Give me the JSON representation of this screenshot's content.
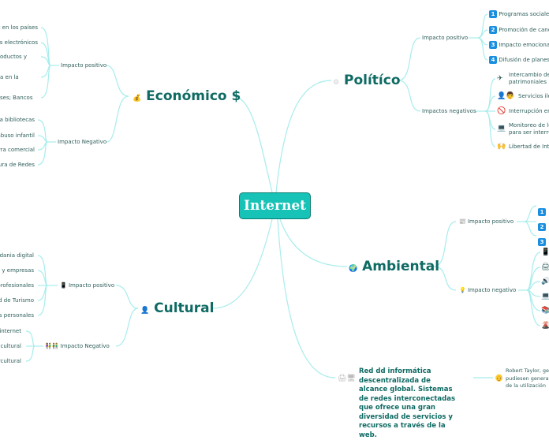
{
  "central": "Internet",
  "economico": {
    "title": "Económico $",
    "icon": "money-bag-icon",
    "positivo": {
      "label": "Impacto positivo",
      "items": [
        "et en los países",
        "os electrónicos",
        "oductos y",
        "a en la",
        "ses; Bancos"
      ]
    },
    "negativo": {
      "label": "Impacto Negativo",
      "items": [
        "a bibliotecas",
        "abuso infantil",
        "rra comercial",
        "ura de Redes"
      ]
    }
  },
  "politico": {
    "title": "Polítíco",
    "icon": "gear-icon",
    "positivo": {
      "label": "Impacto positivo",
      "items": [
        {
          "n": "1",
          "text": "Programas sociales"
        },
        {
          "n": "2",
          "text": "Promoción de canc"
        },
        {
          "n": "3",
          "text": "Impacto emociona"
        },
        {
          "n": "4",
          "text": "Difusión de planes"
        }
      ]
    },
    "negativo": {
      "label": "Impactos negativos",
      "items": [
        {
          "icon": "airplane-icon",
          "text": "Intercambio de",
          "text2": "patrimoniales"
        },
        {
          "icon": "people-icon",
          "text": "Servicios ile"
        },
        {
          "icon": "prohibited-icon",
          "text": "Interrupción en"
        },
        {
          "icon": "monitor-icon",
          "text": "Monitoreo de lo",
          "text2": "para ser interru"
        },
        {
          "icon": "raised-hands-icon",
          "text": "Libertad de Inte"
        }
      ]
    }
  },
  "ambiental": {
    "title": "Ambiental",
    "icon": "globe-icon",
    "positivo": {
      "label": "Impacto positivo",
      "icon": "newspaper-icon",
      "items": [
        "1",
        "2",
        "3"
      ]
    },
    "negativo": {
      "label": "Impacto negativo",
      "icon": "lightbulb-icon",
      "icons": [
        "phone-icon",
        "printer-icon",
        "speaker-icon",
        "monitor-icon",
        "books-icon",
        "fire-icon"
      ]
    }
  },
  "cultural": {
    "title": "Cultural",
    "icon": "person-icon",
    "positivo": {
      "label": "Impacto positivo",
      "icon": "phone-icon",
      "items": [
        "adania digital",
        "s y empresas",
        "profesionales",
        "d de Turismo",
        "es personales"
      ]
    },
    "negativo": {
      "label": "Impacto Negativo",
      "icon": "people-group-icon",
      "items": [
        "internet",
        "cultural",
        "rcultural"
      ]
    }
  },
  "definicion": {
    "text": "Red dd informática descentralizada de alcance global. Sistemas de redes interconectadas que ofrece una gran diversidad de servicios y recursos a través de la web.",
    "note": [
      "Robert Taylor, ge",
      "pudiesen genera",
      "de la utilización"
    ]
  },
  "colors": {
    "central": "#17c2b6",
    "branch_text": "#0e6a63",
    "connector": "#a8ecec"
  }
}
